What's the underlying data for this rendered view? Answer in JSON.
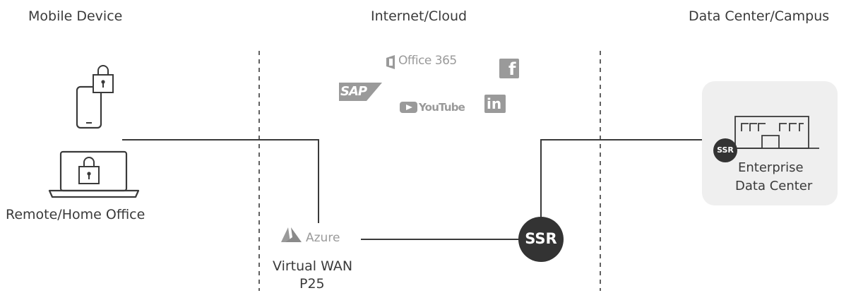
{
  "columns": {
    "mobile": "Mobile Device",
    "internet": "Internet/Cloud",
    "datacenter": "Data Center/Campus"
  },
  "remote_label": "Remote/Home Office",
  "cloud_logos": {
    "office": "Office 365",
    "facebook": "f",
    "sap": "SAP",
    "youtube": "YouTube",
    "linkedin": "in"
  },
  "azure": {
    "name": "Azure",
    "line1": "Virtual WAN",
    "line2": "P25"
  },
  "ssr_label": "SSR",
  "datacenter_box": {
    "ssr_label": "SSR",
    "line1": "Enterprise",
    "line2": "Data Center"
  },
  "colors": {
    "line": "#3a3a3a",
    "logo_gray": "#9a9a9a",
    "ssr_fill": "#333333",
    "box_bg": "#efefef"
  }
}
